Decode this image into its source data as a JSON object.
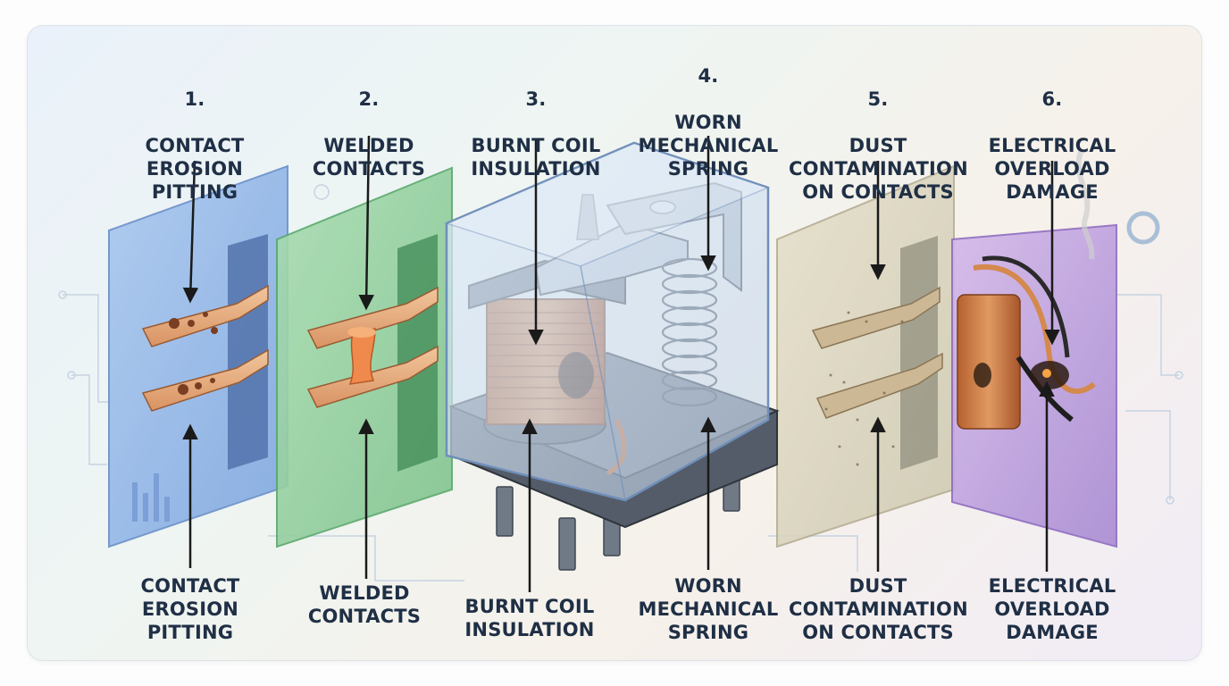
{
  "top_labels": [
    {
      "num": "1.",
      "text": "CONTACT\nEROSION\nPITTING"
    },
    {
      "num": "2.",
      "text": "WELDED\nCONTACTS"
    },
    {
      "num": "3.",
      "text": "BURNT COIL\nINSULATION"
    },
    {
      "num": "4.",
      "text": "WORN\nMECHANICAL\nSPRING"
    },
    {
      "num": "5.",
      "text": "DUST\nCONTAMINATION\nON CONTACTS"
    },
    {
      "num": "6.",
      "text": "ELECTRICAL\nOVERLOAD\nDAMAGE"
    }
  ],
  "bottom_labels": [
    "CONTACT\nEROSION\nPITTING",
    "WELDED\nCONTACTS",
    "BURNT COIL\nINSULATION",
    "WORN\nMECHANICAL\nSPRING",
    "DUST\nCONTAMINATION\nON CONTACTS",
    "ELECTRICAL\nOVERLOAD\nDAMAGE"
  ]
}
